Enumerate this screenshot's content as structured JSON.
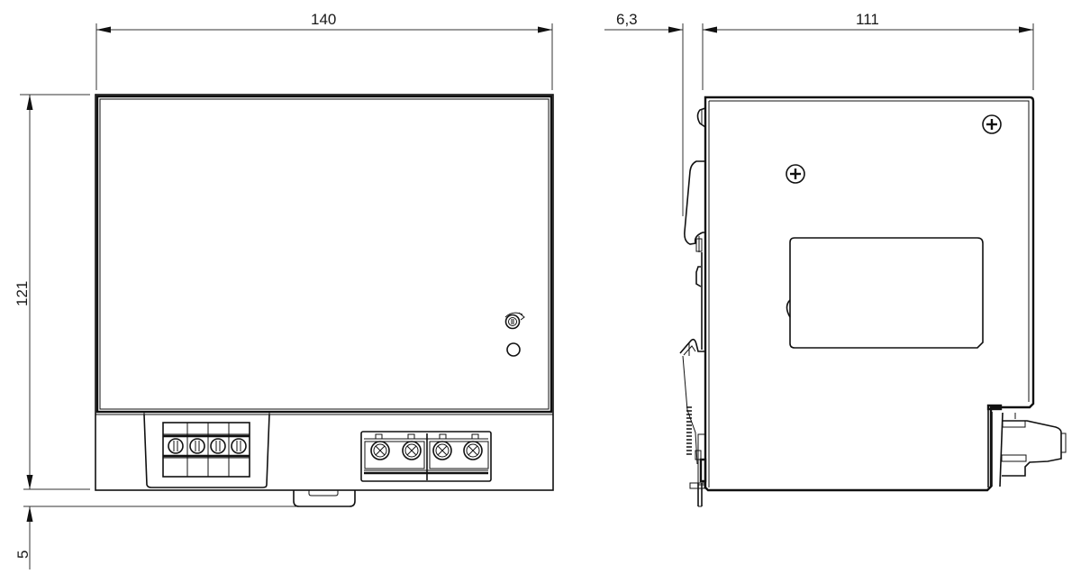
{
  "drawing": {
    "type": "technical-dimension-drawing",
    "views": [
      {
        "name": "front-view",
        "components": [
          "housing",
          "front-cover",
          "potentiometer",
          "led-indicator",
          "input-terminal-block-4-pole",
          "output-terminal-block-4-screw",
          "din-rail-clip-tab"
        ]
      },
      {
        "name": "side-view",
        "components": [
          "housing",
          "label-area",
          "screw-1",
          "screw-2",
          "din-rail-clip",
          "spring",
          "connector"
        ]
      }
    ],
    "dimensions": {
      "front_width": "140",
      "front_height": "121",
      "clip_offset": "5",
      "side_rail_offset": "6,3",
      "side_depth": "111"
    },
    "colors": {
      "line": "#111111",
      "background": "#ffffff"
    }
  }
}
